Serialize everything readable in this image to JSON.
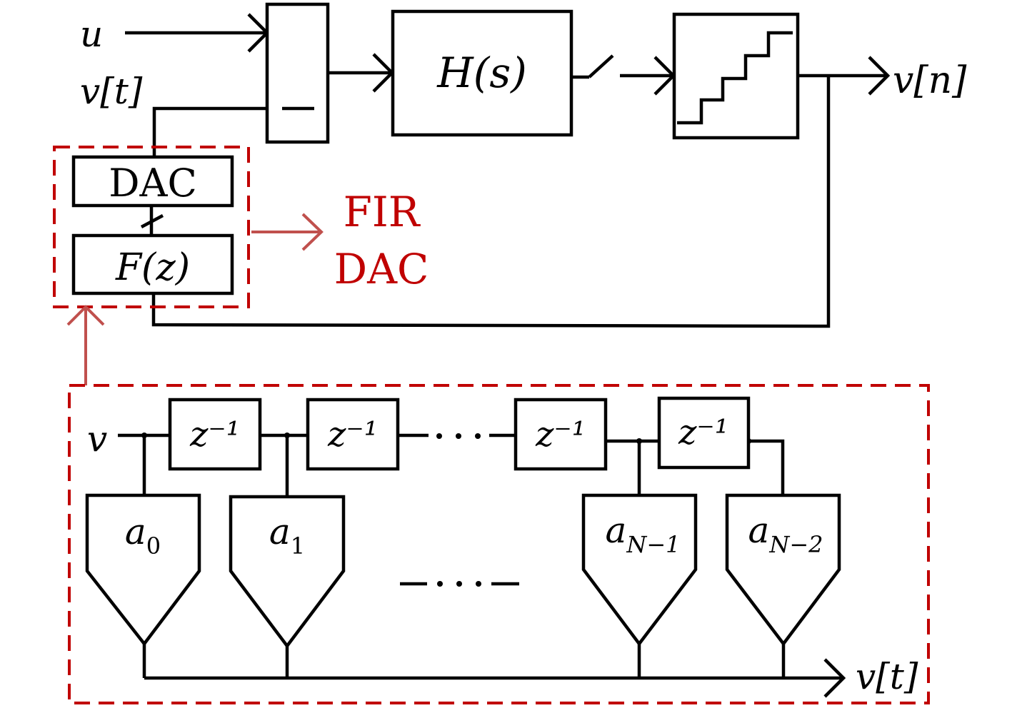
{
  "top": {
    "input_u": "u",
    "input_v_t": "v[t]",
    "summer_sign": "−",
    "loop_filter": "H(s)",
    "output": "v[n]",
    "dac": "DAC",
    "filter": "F(z)",
    "annotation_line1": "FIR",
    "annotation_line2": "DAC"
  },
  "fir": {
    "input": "v",
    "delays": [
      "z⁻¹",
      "z⁻¹",
      "z⁻¹",
      "z⁻¹"
    ],
    "taps": [
      "a0",
      "a1",
      "aN−1",
      "aN−2"
    ],
    "tap_base": [
      "a",
      "a",
      "a",
      "a"
    ],
    "tap_sub": [
      "0",
      "1",
      "N−1",
      "N−2"
    ],
    "output": "v[t]"
  },
  "colors": {
    "line": "#000000",
    "dash_border": "#c00000",
    "annotation_arrow": "#c0504d"
  }
}
